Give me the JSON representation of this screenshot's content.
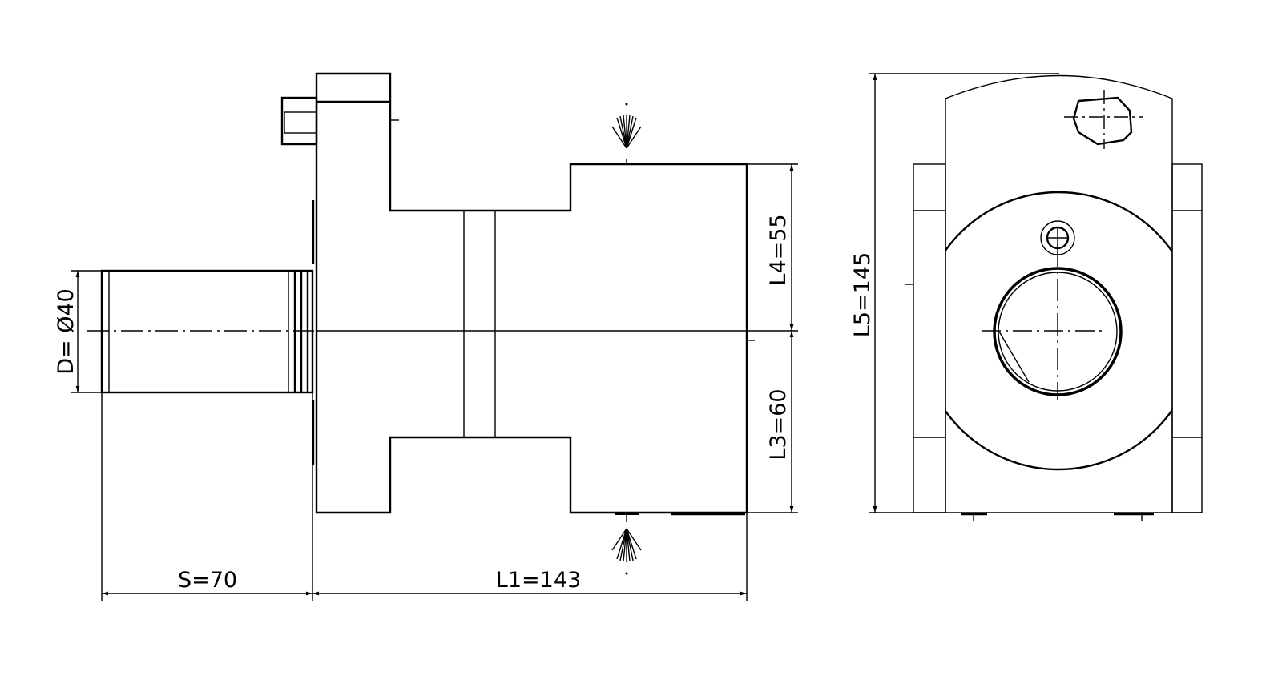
{
  "drawing": {
    "side_view": {
      "diameter_label": "D= Ø40",
      "shank_length_label": "S=70",
      "body_length_label": "L1=143",
      "upper_height_label": "L4=55",
      "lower_height_label": "L3=60"
    },
    "front_view": {
      "total_height_label": "L5=145"
    },
    "colors": {
      "line": "#000000",
      "background": "#ffffff"
    }
  }
}
